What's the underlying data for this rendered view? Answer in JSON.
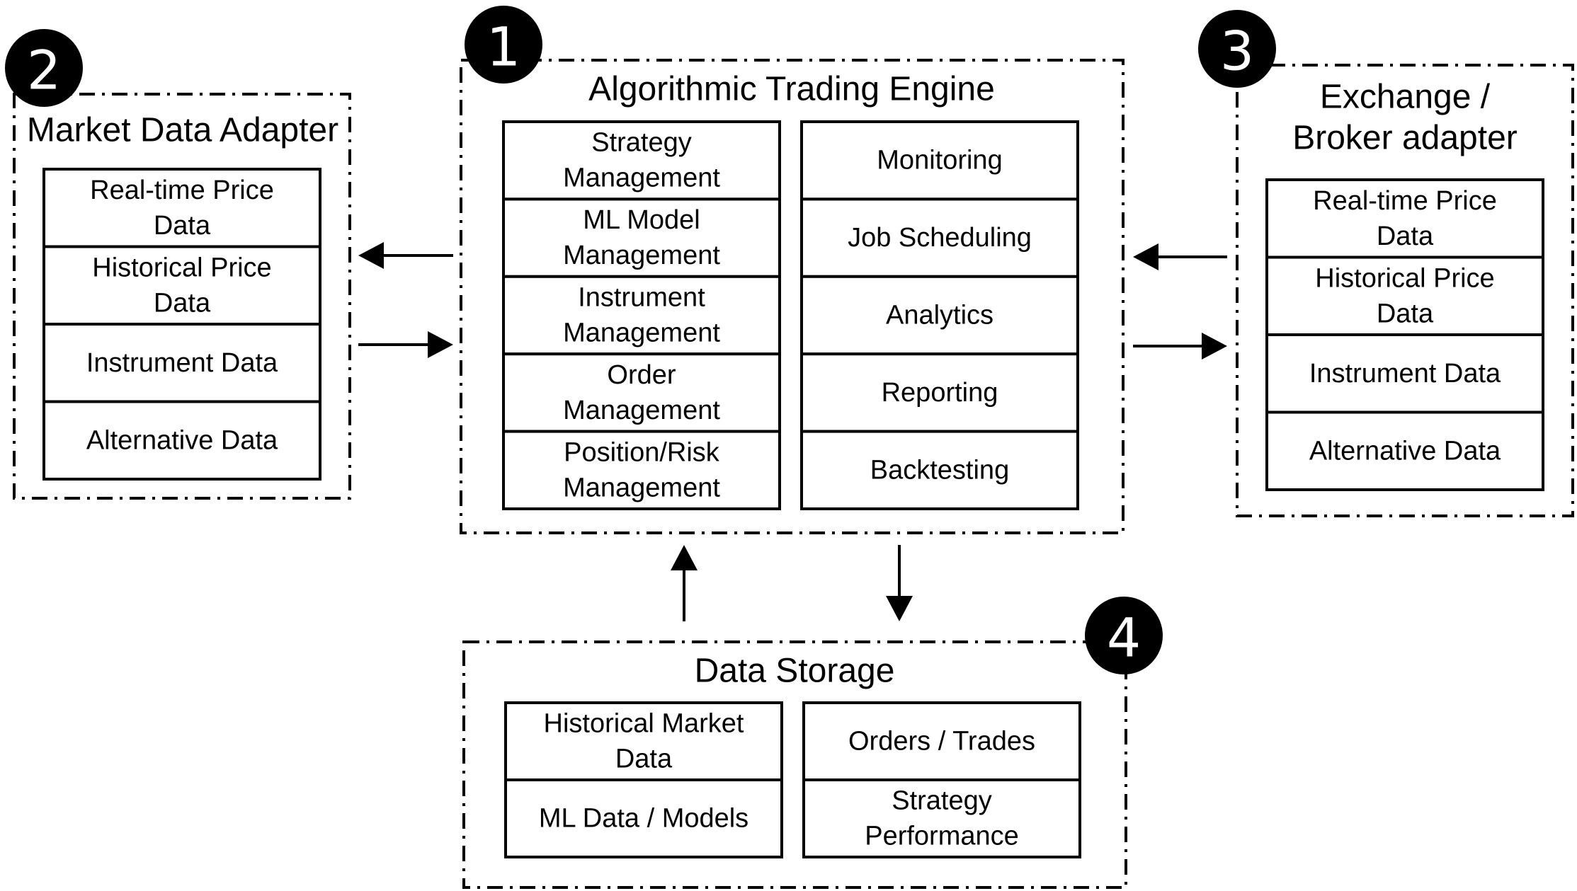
{
  "groups": {
    "engine": {
      "badge": "1",
      "title": [
        "Algorithmic Trading Engine"
      ],
      "left_column": [
        [
          "Strategy",
          "Management"
        ],
        [
          "ML Model",
          "Management"
        ],
        [
          "Instrument",
          "Management"
        ],
        [
          "Order",
          "Management"
        ],
        [
          "Position/Risk",
          "Management"
        ]
      ],
      "right_column": [
        [
          "Monitoring"
        ],
        [
          "Job Scheduling"
        ],
        [
          "Analytics"
        ],
        [
          "Reporting"
        ],
        [
          "Backtesting"
        ]
      ]
    },
    "market_data": {
      "badge": "2",
      "title": [
        "Market Data Adapter"
      ],
      "cells": [
        [
          "Real-time Price",
          "Data"
        ],
        [
          "Historical Price",
          "Data"
        ],
        [
          "Instrument Data"
        ],
        [
          "Alternative Data"
        ]
      ]
    },
    "exchange": {
      "badge": "3",
      "title": [
        "Exchange /",
        "Broker adapter"
      ],
      "cells": [
        [
          "Real-time Price",
          "Data"
        ],
        [
          "Historical Price",
          "Data"
        ],
        [
          "Instrument Data"
        ],
        [
          "Alternative Data"
        ]
      ]
    },
    "storage": {
      "badge": "4",
      "title": [
        "Data Storage"
      ],
      "left_column": [
        [
          "Historical Market",
          "Data"
        ],
        [
          "ML Data / Models"
        ]
      ],
      "right_column": [
        [
          "Orders / Trades"
        ],
        [
          "Strategy",
          "Performance"
        ]
      ]
    }
  }
}
